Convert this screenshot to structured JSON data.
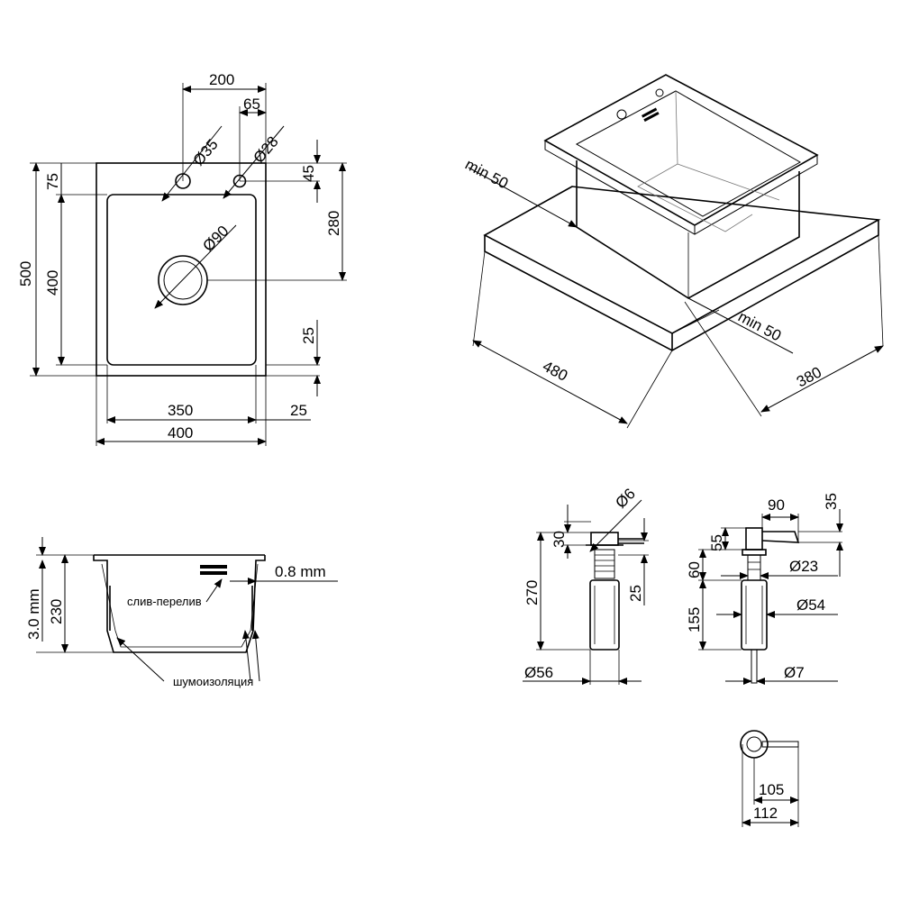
{
  "top_view": {
    "width_outer": "200",
    "hole_offset": "65",
    "hole1": "Ø35",
    "hole2": "Ø28",
    "depth_75": "75",
    "depth_45": "45",
    "height_total": "500",
    "height_inner": "400",
    "drain_pos": "280",
    "drain": "Ø90",
    "margin_25_right": "25",
    "inner_width": "350",
    "margin_25_bottom": "25",
    "total_width": "400"
  },
  "iso_view": {
    "min_left": "min 50",
    "min_right": "min 50",
    "length": "480",
    "width": "380"
  },
  "section_view": {
    "thickness": "3.0 mm",
    "depth": "230",
    "sheet": "0.8 mm",
    "overflow_label": "слив-перелив",
    "insulation_label": "шумоизоляция"
  },
  "dispenser_left": {
    "diameter_top": "Ø6",
    "h30": "30",
    "h270": "270",
    "h25": "25",
    "d56": "Ø56"
  },
  "dispenser_right": {
    "w90": "90",
    "h35": "35",
    "h55": "55",
    "h60": "60",
    "d23": "Ø23",
    "h155": "155",
    "d54": "Ø54",
    "d7": "Ø7"
  },
  "dispenser_top": {
    "w105": "105",
    "w112": "112"
  }
}
